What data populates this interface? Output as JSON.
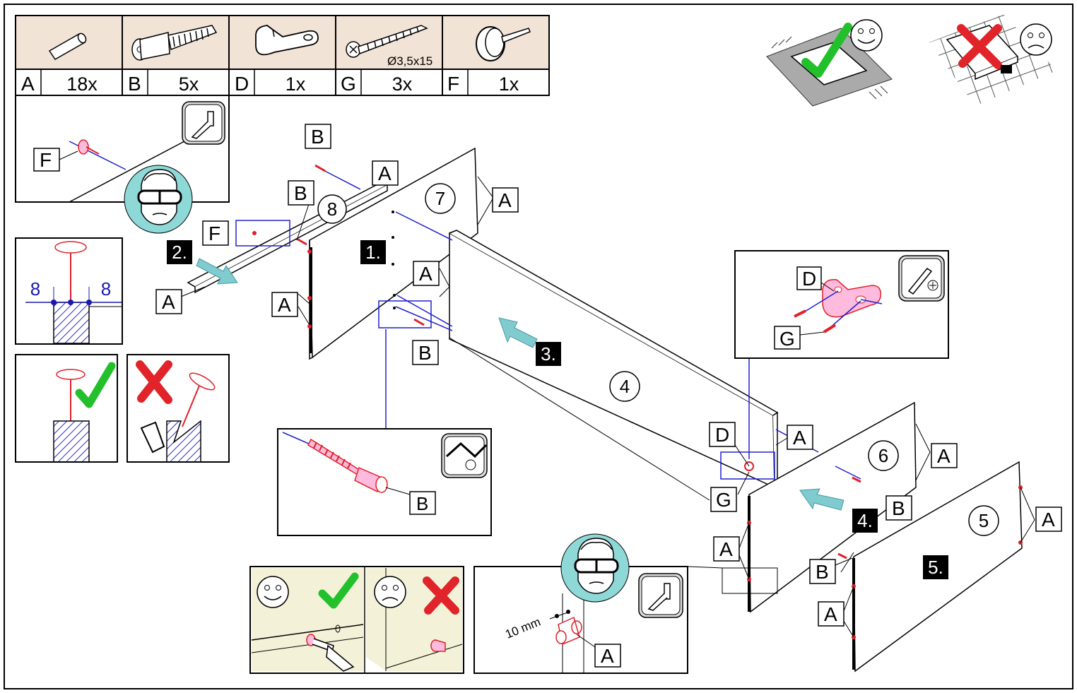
{
  "parts_table": [
    {
      "letter": "A",
      "qty": "18x",
      "icon": "dowel-icon"
    },
    {
      "letter": "B",
      "qty": "5x",
      "icon": "cam-bolt-icon"
    },
    {
      "letter": "D",
      "qty": "1x",
      "icon": "bracket-clip-icon"
    },
    {
      "letter": "G",
      "qty": "3x",
      "icon": "screw-icon",
      "spec": "Ø3,5x15"
    },
    {
      "letter": "F",
      "qty": "1x",
      "icon": "nail-icon"
    }
  ],
  "labels": {
    "A": "A",
    "B": "B",
    "D": "D",
    "F": "F",
    "G": "G"
  },
  "panels": {
    "p4": "4",
    "p5": "5",
    "p6": "6",
    "p7": "7",
    "p8": "8"
  },
  "steps": {
    "s1": "1.",
    "s2": "2.",
    "s3": "3.",
    "s4": "4.",
    "s5": "5."
  },
  "detail": {
    "dim_left": "8",
    "dim_right": "8",
    "drill_depth": "10 mm"
  },
  "colors": {
    "table_bg": "#f2e3d7",
    "line_blue": "#2020d0",
    "part_red": "#e0202a",
    "check_green": "#22c02a",
    "cross_red": "#e0242a",
    "goggles_bg": "#8ed8d8",
    "arrow_teal": "#7fcbd0"
  }
}
